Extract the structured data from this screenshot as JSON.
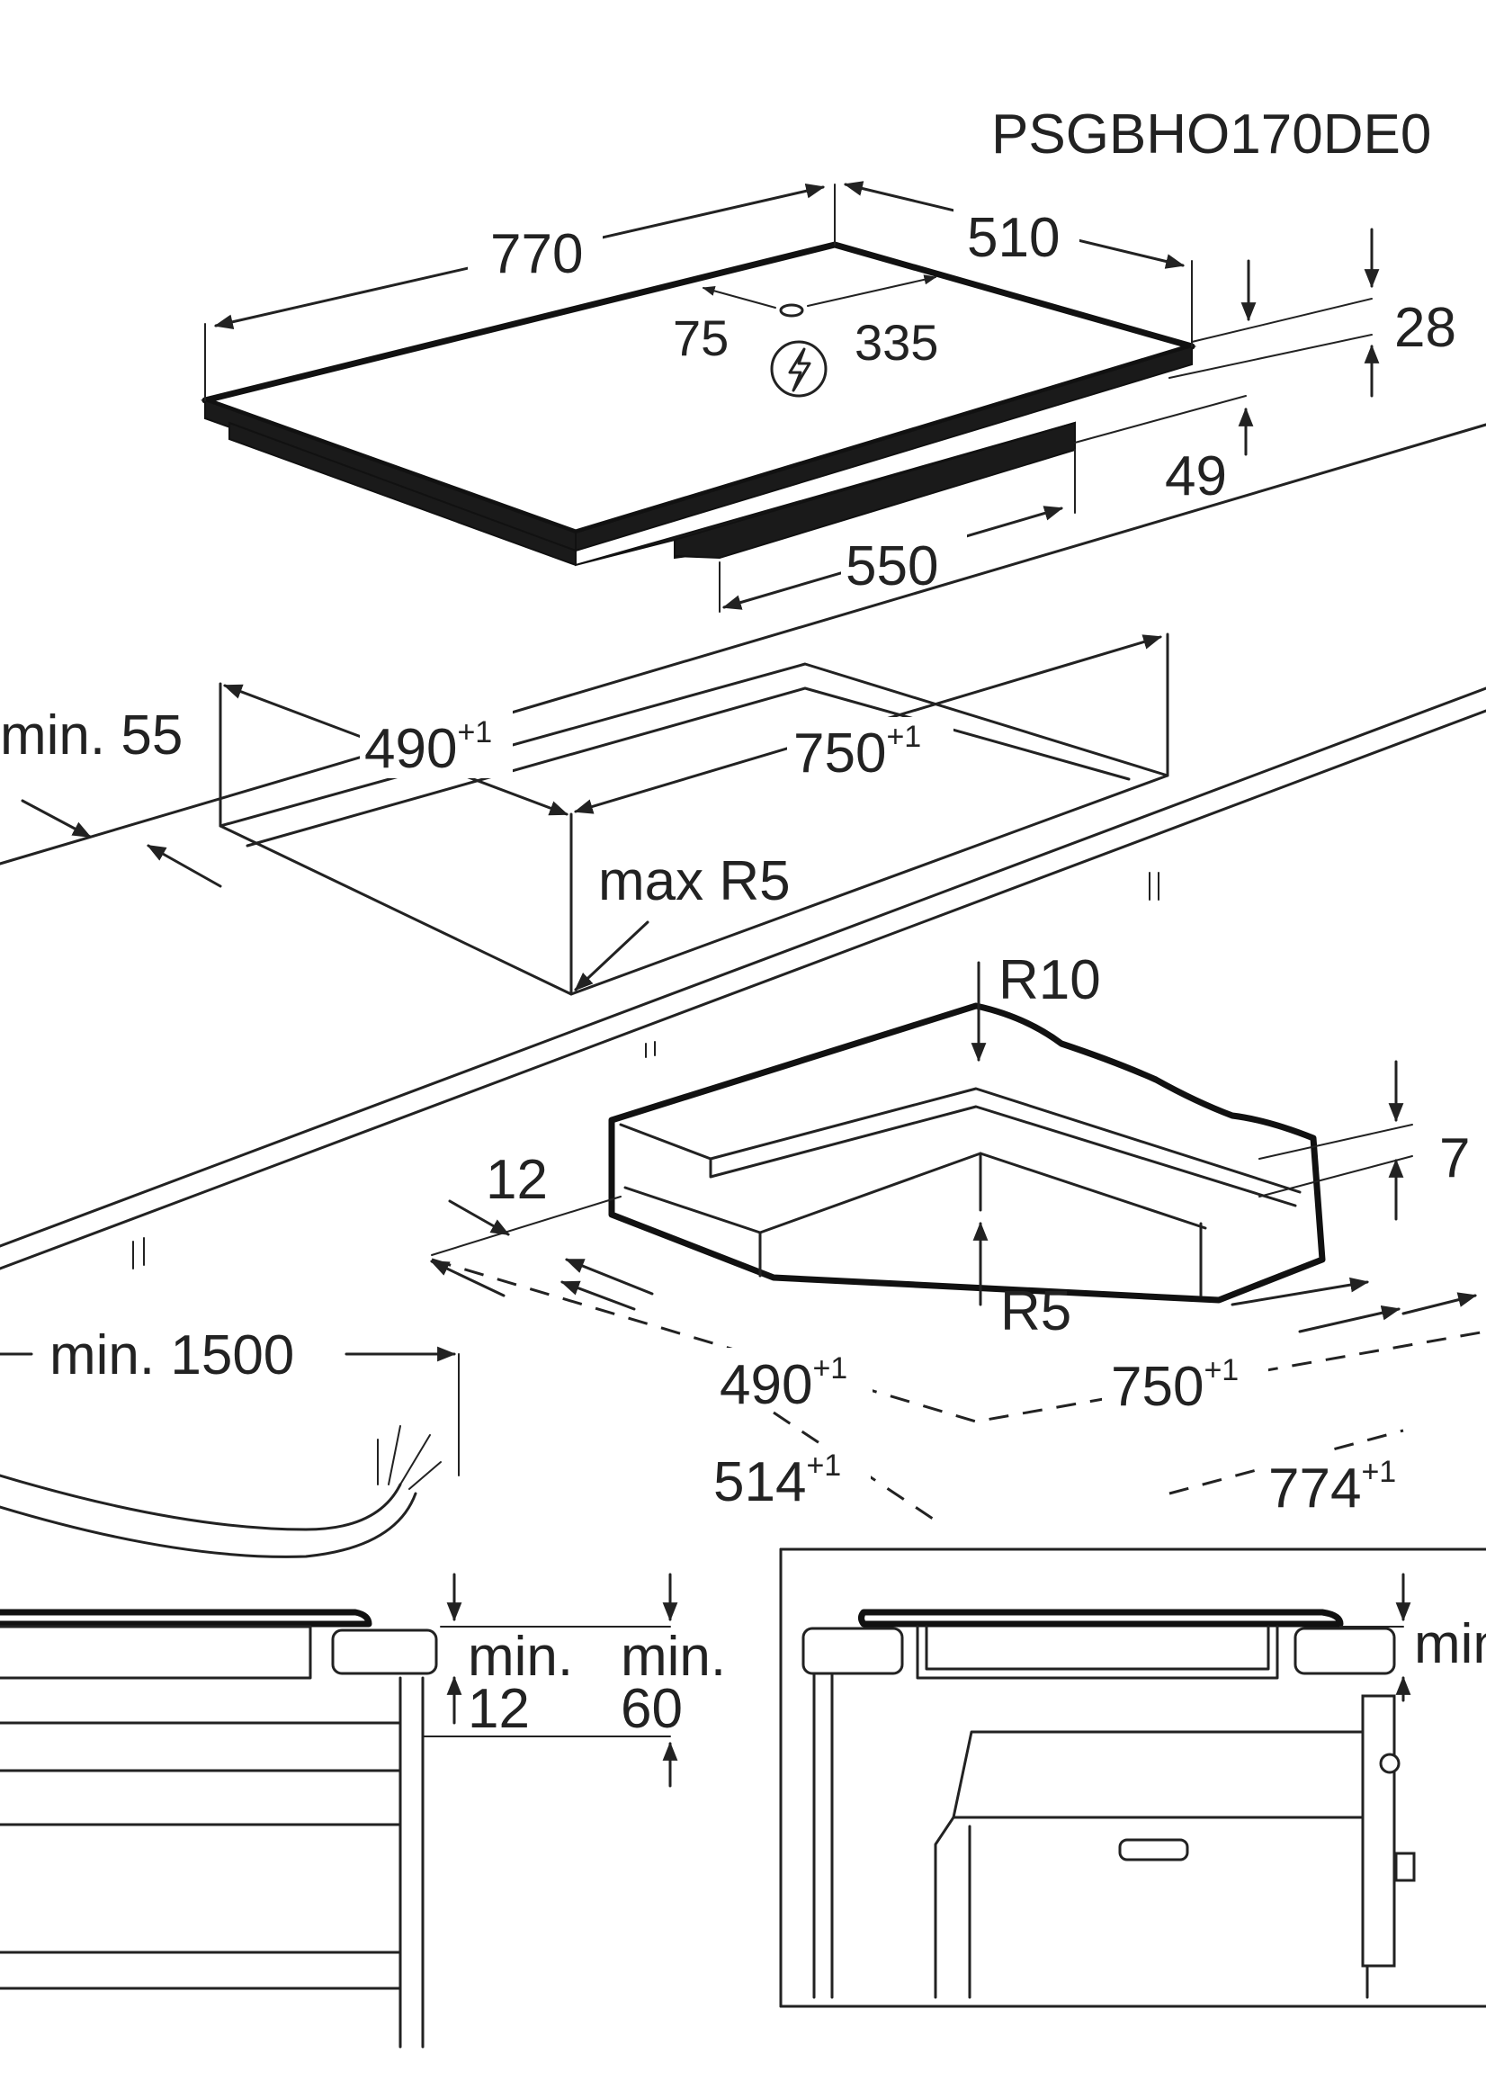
{
  "document_code": "PSGBHO170DE0",
  "hob": {
    "width": "770",
    "depth": "510",
    "height": "28",
    "bottom_height": "49",
    "box_width": "550",
    "connection_offset_x": "75",
    "connection_offset_y": "335"
  },
  "cutout": {
    "depth": "490",
    "width": "750",
    "tolerance": "+1",
    "corner": "max R5",
    "edge_clearance": "min. 55"
  },
  "flush_mount": {
    "outer_radius": "R10",
    "inner_radius": "R5",
    "step": "7",
    "rim": "12",
    "inner_depth": "490",
    "inner_width": "750",
    "outer_depth": "514",
    "outer_width": "774",
    "tolerance": "+1"
  },
  "cable": {
    "length": "min. 1500"
  },
  "section_left": {
    "min_label_a": "min.",
    "min_value_a": "12",
    "min_label_b": "min.",
    "min_value_b": "60"
  },
  "section_right": {
    "min_label": "min"
  },
  "icons": {
    "power": "lightning-bolt-icon"
  }
}
